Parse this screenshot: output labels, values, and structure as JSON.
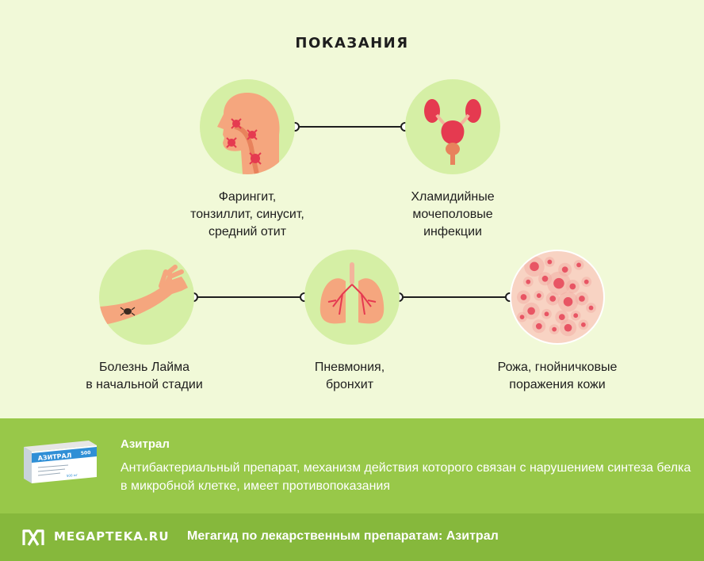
{
  "title": "ПОКАЗАНИЯ",
  "indications": [
    {
      "icon": "head-infection-icon",
      "lines": [
        "Фарингит,",
        "тонзиллит, синусит,",
        "средний отит"
      ]
    },
    {
      "icon": "urogenital-icon",
      "lines": [
        "Хламидийные",
        "мочеполовые",
        "инфекции"
      ]
    },
    {
      "icon": "tick-bite-arm-icon",
      "lines": [
        "Болезнь Лайма",
        "в начальной стадии"
      ]
    },
    {
      "icon": "lungs-icon",
      "lines": [
        "Пневмония,",
        "бронхит"
      ]
    },
    {
      "icon": "skin-rash-icon",
      "lines": [
        "Рожа, гнойничковые",
        "поражения кожи"
      ]
    }
  ],
  "drug": {
    "name": "Азитрал",
    "description": "Антибактериальный препарат, механизм действия которого связан с нарушением синтеза белка в микробной клетке, имеет противопоказания",
    "box_brand": "АЗИТРАЛ",
    "box_dose": "500",
    "box_small": "500 мг"
  },
  "footer": {
    "brand": "MEGAPTEKA.RU",
    "text": "Мегагид по лекарственным препаратам: Азитрал"
  },
  "colors": {
    "background": "#f1f9d8",
    "circle": "#d5efa5",
    "drug_band": "#98c849",
    "footer_band": "#86b83c",
    "skin": "#f5a67e",
    "infection": "#e53a50"
  }
}
